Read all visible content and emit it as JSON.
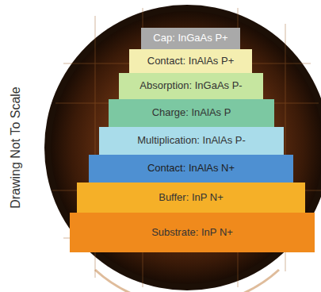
{
  "diagram": {
    "nodes": [
      {
        "text": [
          "Cap: InGaAs P+"
        ]
      },
      {
        "text": [
          "Contact: InAlAs P+"
        ]
      },
      {
        "text": [
          "Absorption: InGaAs P-"
        ]
      },
      {
        "text": [
          "Charge: InAlAs P"
        ]
      },
      {
        "text": [
          "Multiplication: InAlAs P-"
        ]
      },
      {
        "text": [
          "Contact: InAlAs N+"
        ]
      },
      {
        "text": [
          "Buffer: InP N+"
        ]
      },
      {
        "text": [
          "Substrate: InP N+"
        ]
      }
    ],
    "labels": [
      "Drawing Not To Scale"
    ]
  }
}
